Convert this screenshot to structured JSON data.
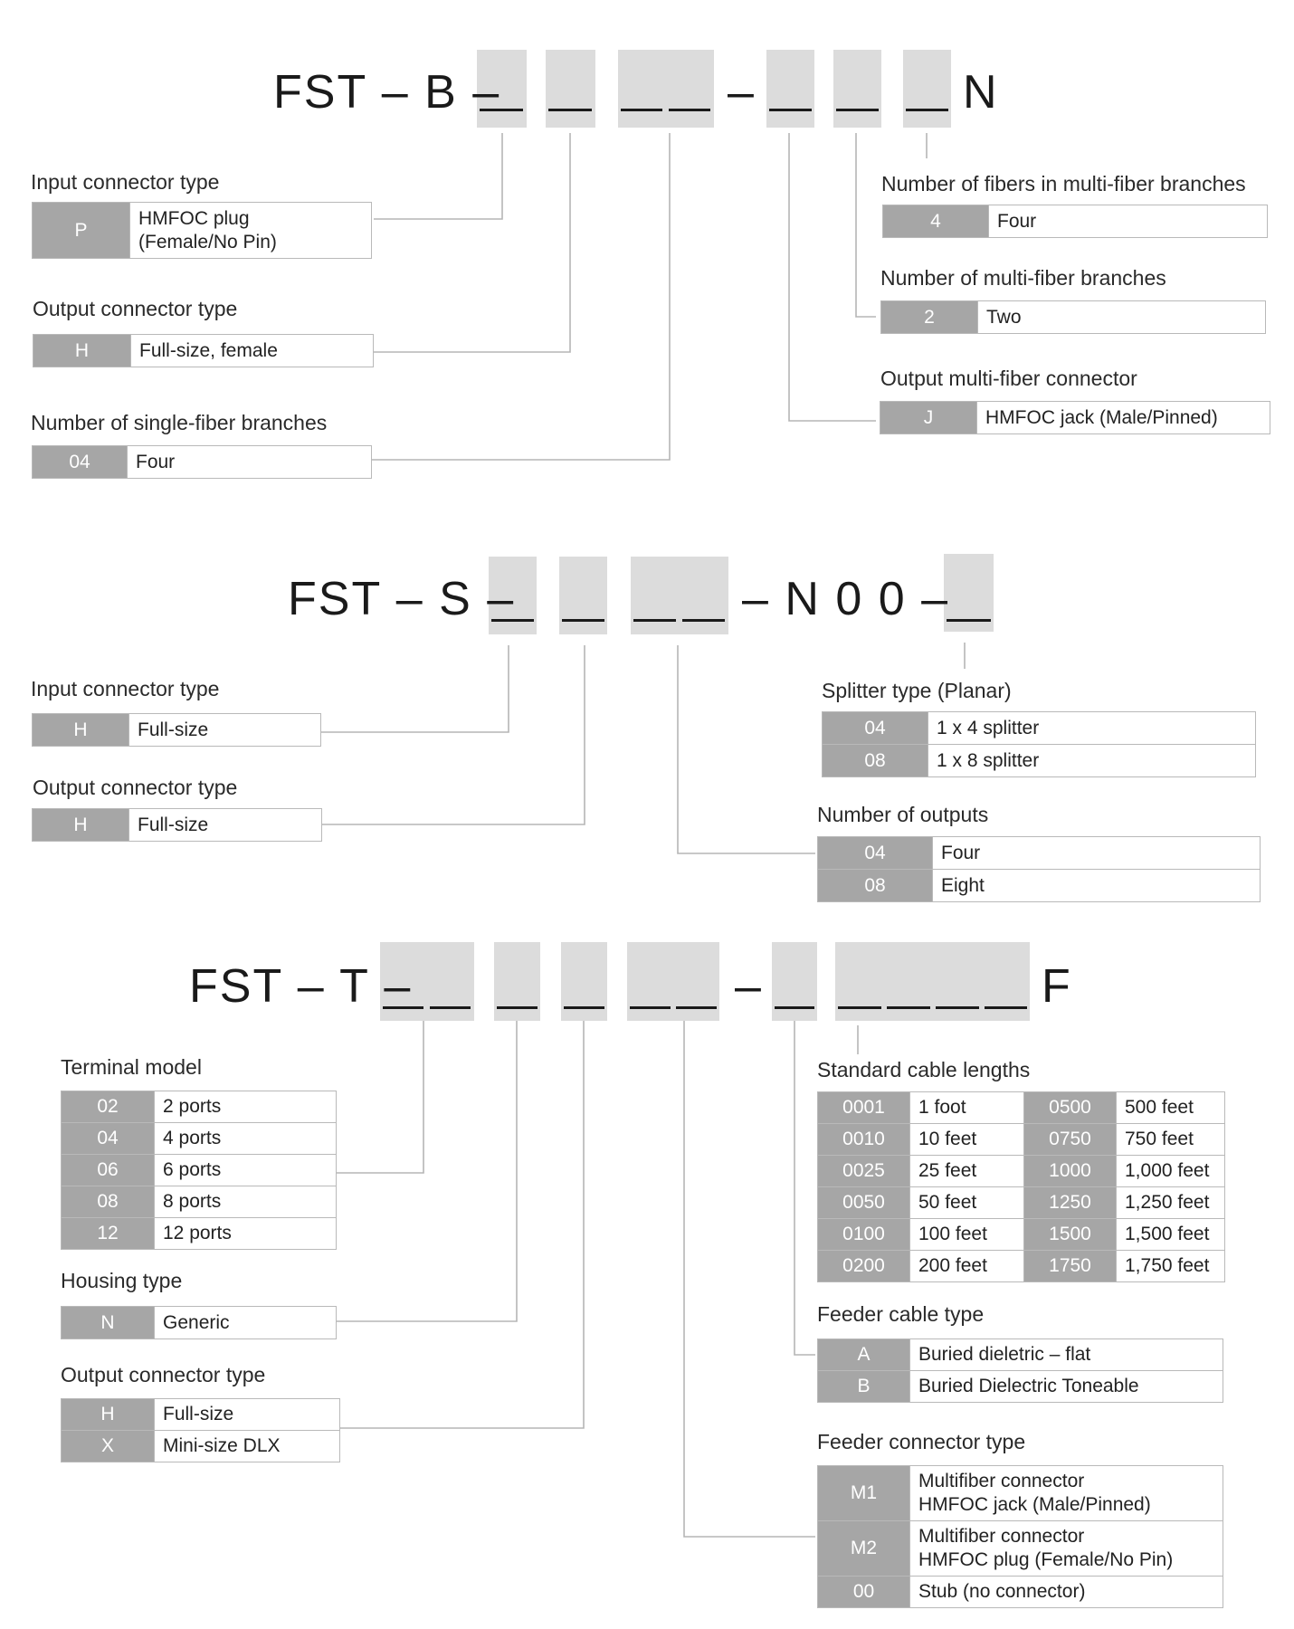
{
  "diagrams": [
    {
      "id": "fst-b",
      "part_segments": [
        "FST – B –",
        "–",
        "N"
      ],
      "fields": [
        {
          "id": "input-connector",
          "title": "Input connector type",
          "rows": [
            {
              "code": "P",
              "desc": [
                "HMFOC plug",
                "(Female/No Pin)"
              ]
            }
          ]
        },
        {
          "id": "output-connector",
          "title": "Output connector type",
          "rows": [
            {
              "code": "H",
              "desc": [
                "Full-size, female"
              ]
            }
          ]
        },
        {
          "id": "single-fiber-branches",
          "title": "Number of single-fiber branches",
          "rows": [
            {
              "code": "04",
              "desc": [
                "Four"
              ]
            }
          ]
        },
        {
          "id": "fibers-in-multi-fiber",
          "title": "Number of fibers in multi-fiber branches",
          "rows": [
            {
              "code": "4",
              "desc": [
                "Four"
              ]
            }
          ]
        },
        {
          "id": "multi-fiber-branches",
          "title": "Number of multi-fiber branches",
          "rows": [
            {
              "code": "2",
              "desc": [
                "Two"
              ]
            }
          ]
        },
        {
          "id": "output-multi-fiber-connector",
          "title": "Output multi-fiber connector",
          "rows": [
            {
              "code": "J",
              "desc": [
                "HMFOC jack (Male/Pinned)"
              ]
            }
          ]
        }
      ]
    },
    {
      "id": "fst-s",
      "part_segments": [
        "FST – S –",
        "– N 0 0 –"
      ],
      "fields": [
        {
          "id": "input-connector",
          "title": "Input connector type",
          "rows": [
            {
              "code": "H",
              "desc": [
                "Full-size"
              ]
            }
          ]
        },
        {
          "id": "output-connector",
          "title": "Output connector type",
          "rows": [
            {
              "code": "H",
              "desc": [
                "Full-size"
              ]
            }
          ]
        },
        {
          "id": "splitter-type",
          "title": "Splitter type (Planar)",
          "rows": [
            {
              "code": "04",
              "desc": [
                "1 x 4 splitter"
              ]
            },
            {
              "code": "08",
              "desc": [
                "1 x 8 splitter"
              ]
            }
          ]
        },
        {
          "id": "number-of-outputs",
          "title": "Number of outputs",
          "rows": [
            {
              "code": "04",
              "desc": [
                "Four"
              ]
            },
            {
              "code": "08",
              "desc": [
                "Eight"
              ]
            }
          ]
        }
      ]
    },
    {
      "id": "fst-t",
      "part_segments": [
        "FST – T –",
        "–",
        "F"
      ],
      "fields": [
        {
          "id": "terminal-model",
          "title": "Terminal model",
          "rows": [
            {
              "code": "02",
              "desc": [
                "2 ports"
              ]
            },
            {
              "code": "04",
              "desc": [
                "4 ports"
              ]
            },
            {
              "code": "06",
              "desc": [
                "6 ports"
              ]
            },
            {
              "code": "08",
              "desc": [
                "8 ports"
              ]
            },
            {
              "code": "12",
              "desc": [
                "12 ports"
              ]
            }
          ]
        },
        {
          "id": "housing-type",
          "title": "Housing type",
          "rows": [
            {
              "code": "N",
              "desc": [
                "Generic"
              ]
            }
          ]
        },
        {
          "id": "output-connector",
          "title": "Output connector type",
          "rows": [
            {
              "code": "H",
              "desc": [
                "Full-size"
              ]
            },
            {
              "code": "X",
              "desc": [
                "Mini-size DLX"
              ]
            }
          ]
        },
        {
          "id": "cable-lengths",
          "title": "Standard cable lengths",
          "rows": [
            {
              "code": "0001",
              "desc": [
                "1 foot"
              ],
              "code2": "0500",
              "desc2": [
                "500 feet"
              ]
            },
            {
              "code": "0010",
              "desc": [
                "10 feet"
              ],
              "code2": "0750",
              "desc2": [
                "750 feet"
              ]
            },
            {
              "code": "0025",
              "desc": [
                "25 feet"
              ],
              "code2": "1000",
              "desc2": [
                "1,000 feet"
              ]
            },
            {
              "code": "0050",
              "desc": [
                "50 feet"
              ],
              "code2": "1250",
              "desc2": [
                "1,250 feet"
              ]
            },
            {
              "code": "0100",
              "desc": [
                "100 feet"
              ],
              "code2": "1500",
              "desc2": [
                "1,500 feet"
              ]
            },
            {
              "code": "0200",
              "desc": [
                "200 feet"
              ],
              "code2": "1750",
              "desc2": [
                "1,750 feet"
              ]
            }
          ]
        },
        {
          "id": "feeder-cable-type",
          "title": "Feeder cable type",
          "rows": [
            {
              "code": "A",
              "desc": [
                "Buried dieletric – flat"
              ]
            },
            {
              "code": "B",
              "desc": [
                "Buried Dielectric Toneable"
              ]
            }
          ]
        },
        {
          "id": "feeder-connector-type",
          "title": "Feeder connector type",
          "rows": [
            {
              "code": "M1",
              "desc": [
                "Multifiber connector",
                "HMFOC jack (Male/Pinned)"
              ]
            },
            {
              "code": "M2",
              "desc": [
                "Multifiber connector",
                "HMFOC plug (Female/No Pin)"
              ]
            },
            {
              "code": "00",
              "desc": [
                "Stub (no connector)"
              ]
            }
          ]
        }
      ]
    }
  ]
}
